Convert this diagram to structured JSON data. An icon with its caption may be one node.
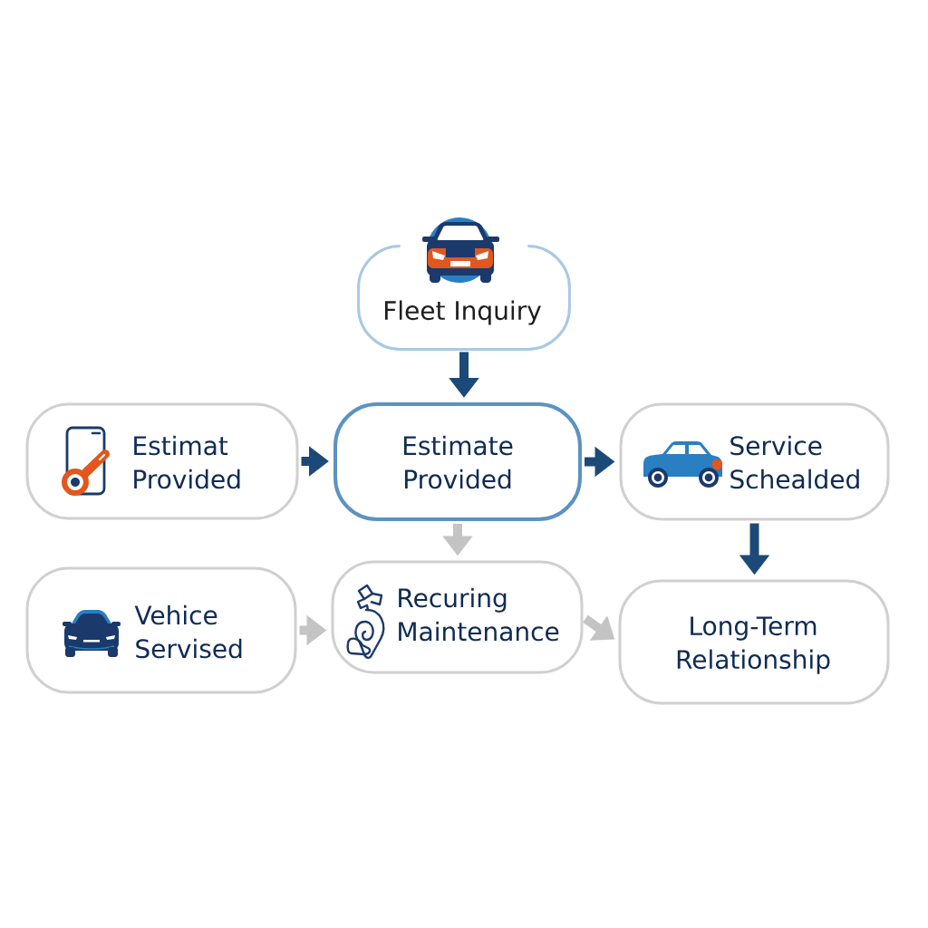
{
  "diagram": {
    "nodes": [
      {
        "text": [
          "Fleet Inquiry"
        ]
      },
      {
        "text": [
          "Estimat Provided"
        ]
      },
      {
        "text": [
          "Estimate Provided"
        ]
      },
      {
        "text": [
          "Service Schealded"
        ]
      },
      {
        "text": [
          "Vehice Servised"
        ]
      },
      {
        "text": [
          "Recuring Maintenance"
        ]
      },
      {
        "text": [
          "Long-Term Relationship"
        ]
      }
    ],
    "edges": [
      {
        "from": 0,
        "to": 2,
        "arrow": "to"
      },
      {
        "from": 1,
        "to": 2,
        "arrow": "to"
      },
      {
        "from": 2,
        "to": 3,
        "arrow": "to"
      },
      {
        "from": 2,
        "to": 5,
        "arrow": "to",
        "color": "#c4c4c4"
      },
      {
        "from": 3,
        "to": 6,
        "arrow": "to"
      },
      {
        "from": 4,
        "to": 5,
        "arrow": "to",
        "color": "#c4c4c4"
      },
      {
        "from": 5,
        "to": 6,
        "arrow": "to",
        "color": "#c4c4c4"
      }
    ]
  }
}
